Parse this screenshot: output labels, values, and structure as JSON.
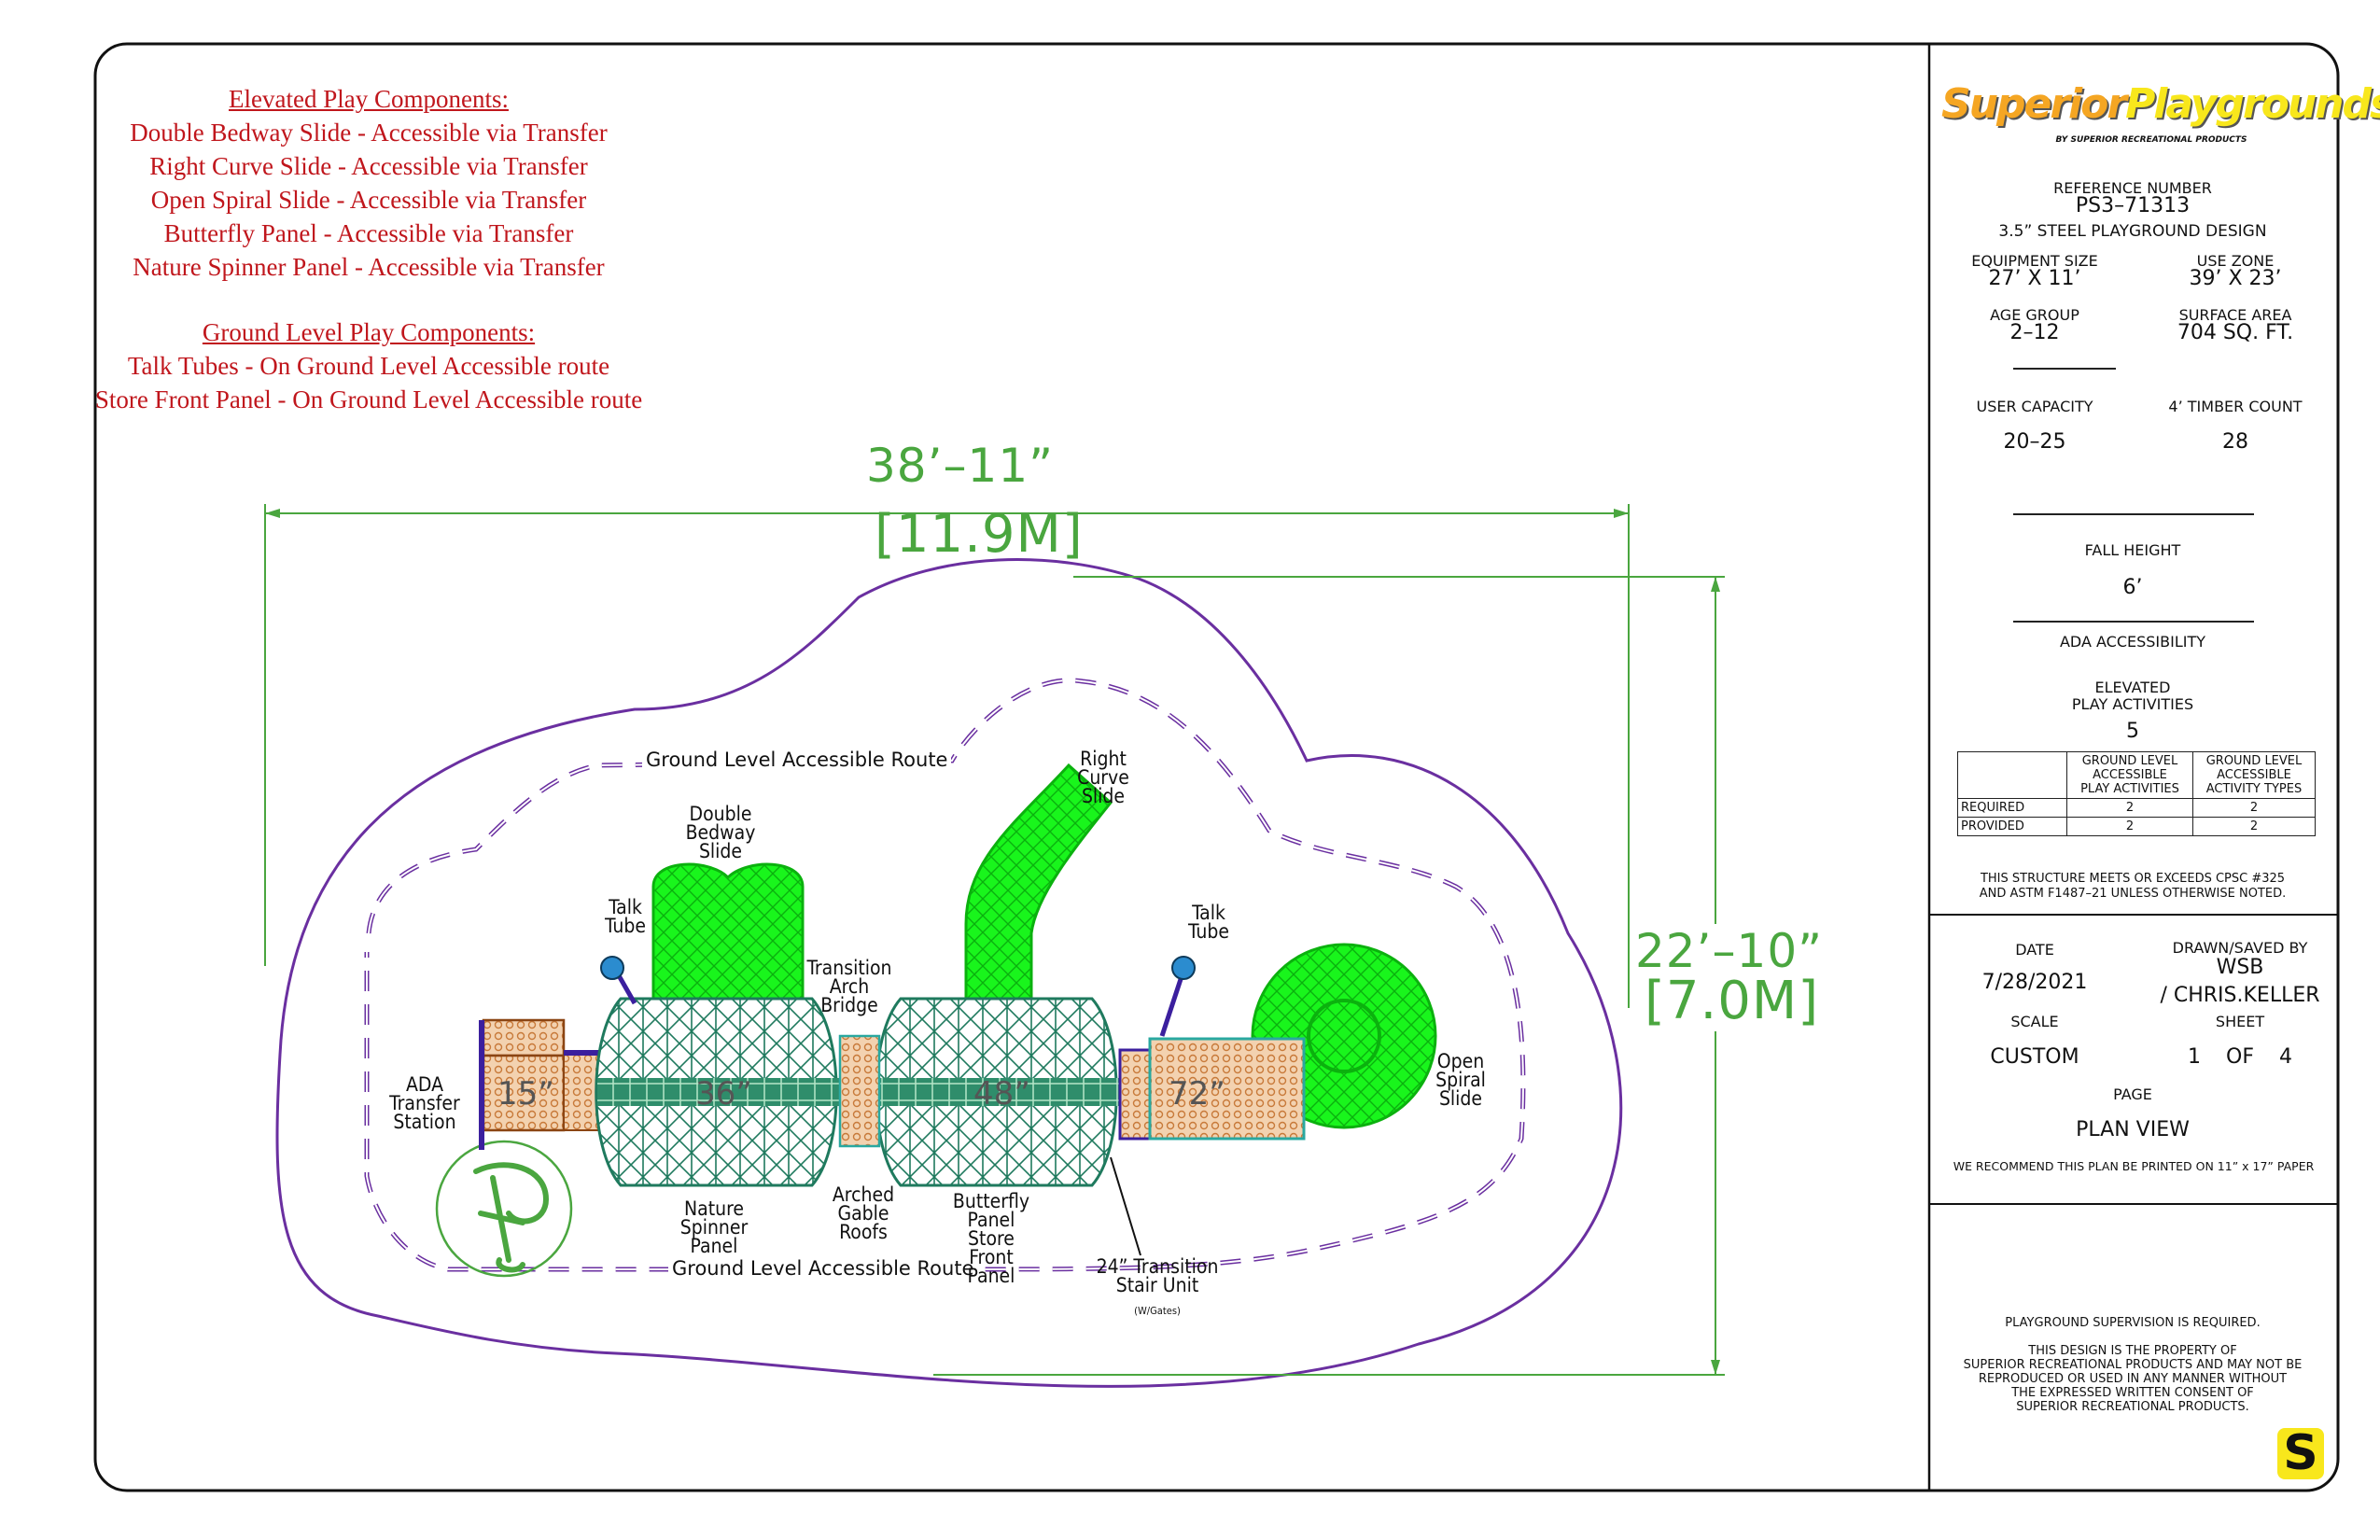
{
  "notes": {
    "elevated_heading": "Elevated Play Components:",
    "elevated_items": [
      "Double Bedway Slide - Accessible via Transfer",
      "Right Curve Slide - Accessible via Transfer",
      "Open Spiral Slide - Accessible via Transfer",
      "Butterfly Panel - Accessible via Transfer",
      "Nature Spinner Panel - Accessible via Transfer"
    ],
    "ground_heading": "Ground Level Play Components:",
    "ground_items": [
      "Talk Tubes - On Ground Level Accessible route",
      "Store Front Panel - On Ground Level Accessible route"
    ]
  },
  "dimensions": {
    "width_ft": "38’–11”",
    "width_m": "[11.9M]",
    "depth_ft": "22’–10”",
    "depth_m": "[7.0M]"
  },
  "plan": {
    "route_label": "Ground Level Accessible Route",
    "labels": {
      "double_bedway_slide": "Double\nBedway\nSlide",
      "talk_tube_left": "Talk\nTube",
      "transition_arch_bridge": "Transition\nArch\nBridge",
      "right_curve_slide": "Right\nCurve\nSlide",
      "talk_tube_right": "Talk\nTube",
      "open_spiral_slide": "Open\nSpiral\nSlide",
      "ada_transfer_station": "ADA\nTransfer\nStation",
      "nature_spinner_panel": "Nature\nSpinner\nPanel",
      "arched_gable_roofs": "Arched\nGable\nRoofs",
      "butterfly_panel": "Butterfly\nPanel\nStore\nFront\nPanel",
      "transition_stair_unit": "24” Transition\nStair Unit",
      "stair_note": "(W/Gates)"
    },
    "deck_heights": [
      "15”",
      "36”",
      "48”",
      "72”"
    ]
  },
  "title_block": {
    "brand_superior": "Superior",
    "brand_playgrounds": "Playgrounds",
    "brand_tagline": "BY SUPERIOR RECREATIONAL PRODUCTS",
    "reference_label": "REFERENCE NUMBER",
    "reference_number": "PS3–71313",
    "design": "3.5” STEEL PLAYGROUND DESIGN",
    "equipment_size_label": "EQUIPMENT SIZE",
    "equipment_size": "27’ X 11’",
    "use_zone_label": "USE ZONE",
    "use_zone": "39’ X 23’",
    "age_group_label": "AGE GROUP",
    "age_group": "2–12",
    "surface_area_label": "SURFACE AREA",
    "surface_area": "704 SQ. FT.",
    "user_capacity_label": "USER CAPACITY",
    "user_capacity": "20–25",
    "timber_count_label": "4’ TIMBER COUNT",
    "timber_count": "28",
    "fall_height_label": "FALL HEIGHT",
    "fall_height": "6’",
    "ada_label": "ADA ACCESSIBILITY",
    "elevated_label_1": "ELEVATED",
    "elevated_label_2": "PLAY ACTIVITIES",
    "elevated_count": "5",
    "ada_table": {
      "col1_lines": [
        "GROUND LEVEL",
        "ACCESSIBLE",
        "PLAY ACTIVITIES"
      ],
      "col2_lines": [
        "GROUND LEVEL",
        "ACCESSIBLE",
        "ACTIVITY TYPES"
      ],
      "rows": [
        {
          "label": "REQUIRED",
          "activities": "2",
          "types": "2"
        },
        {
          "label": "PROVIDED",
          "activities": "2",
          "types": "2"
        }
      ]
    },
    "compliance_1": "THIS STRUCTURE MEETS OR EXCEEDS CPSC #325",
    "compliance_2": "AND ASTM F1487–21 UNLESS OTHERWISE NOTED.",
    "date_label": "DATE",
    "date": "7/28/2021",
    "drawn_label": "DRAWN/SAVED BY",
    "drawn_1": "WSB",
    "drawn_2": "/ CHRIS.KELLER",
    "scale_label": "SCALE",
    "scale": "CUSTOM",
    "sheet_label": "SHEET",
    "sheet_1": "1",
    "sheet_of": "OF",
    "sheet_2": "4",
    "page_label": "PAGE",
    "page": "PLAN VIEW",
    "print_note": "WE RECOMMEND THIS PLAN BE PRINTED ON 11” x 17” PAPER",
    "supervision": "PLAYGROUND SUPERVISION IS REQUIRED.",
    "property_lines": [
      "THIS DESIGN IS THE PROPERTY OF",
      "SUPERIOR RECREATIONAL PRODUCTS AND MAY NOT BE",
      "REPRODUCED OR USED IN ANY MANNER WITHOUT",
      "THE EXPRESSED WRITTEN CONSENT OF",
      "SUPERIOR RECREATIONAL PRODUCTS."
    ],
    "footer_logo": "S"
  },
  "colors": {
    "border": "#111111",
    "use_zone": "#6a2fa0",
    "dimension": "#4aa63f",
    "slide": "#19f51c",
    "deck": "#1f7a5e",
    "deck_fill": "#e2b58c",
    "notes": "#c0161c",
    "brand_orange": "#f5a623",
    "brand_yellow": "#f8e71c"
  }
}
